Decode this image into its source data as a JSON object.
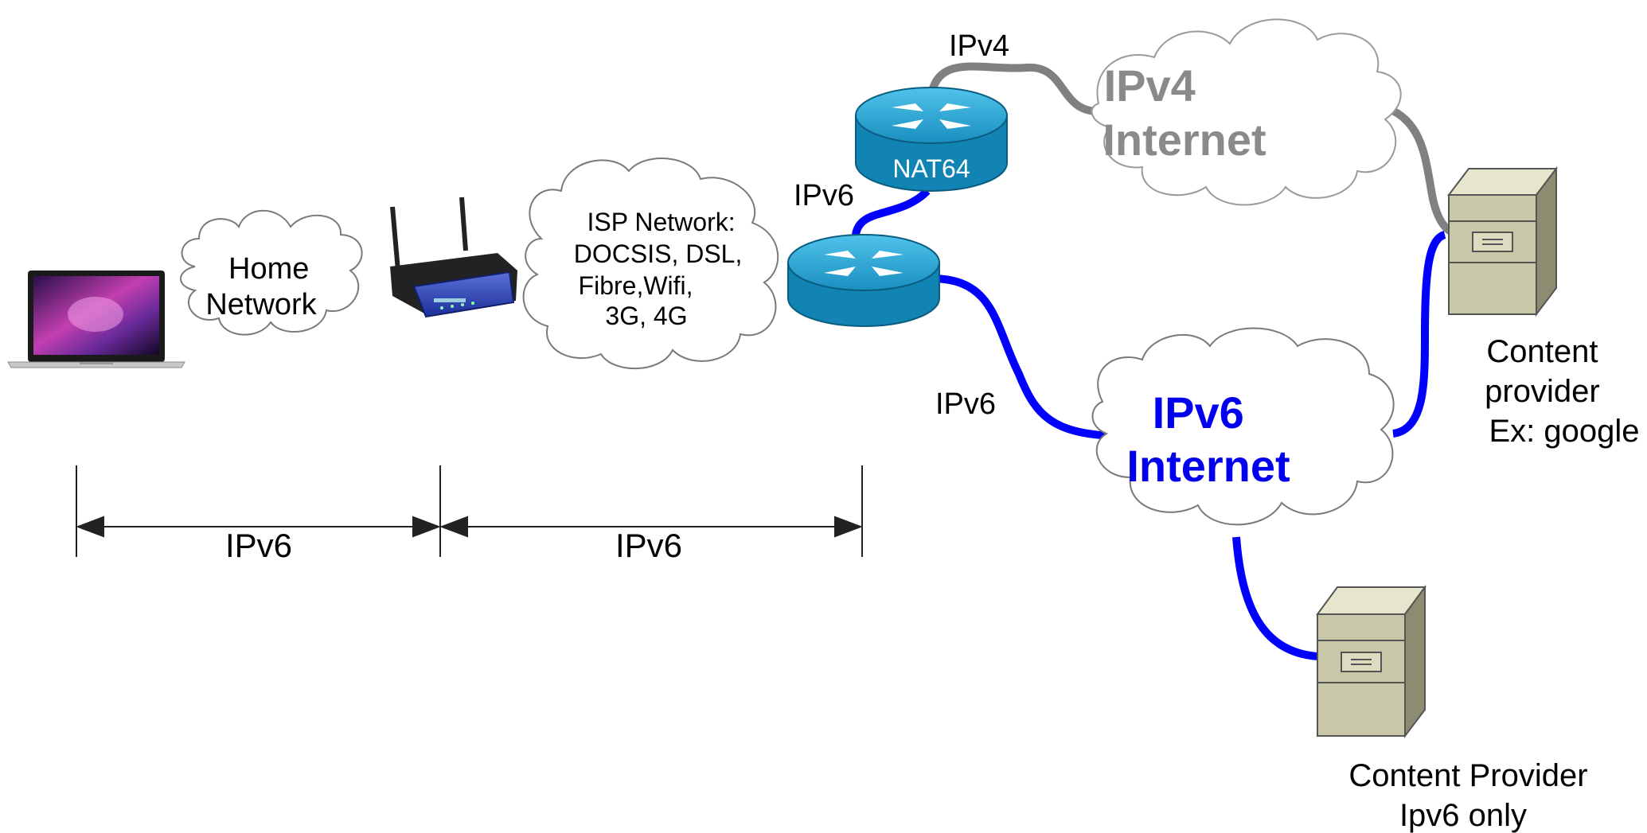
{
  "labels": {
    "home_network": [
      "Home",
      "Network"
    ],
    "isp_network": [
      "ISP Network:",
      "DOCSIS, DSL,",
      "Fibre,Wifi,",
      "3G, 4G"
    ],
    "nat64": "NAT64",
    "ipv4_link": "IPv4",
    "ipv6_link_upper": "IPv6",
    "ipv6_link_lower": "IPv6",
    "ipv4_internet": [
      "IPv4",
      "Internet"
    ],
    "ipv6_internet": [
      "IPv6",
      "Internet"
    ],
    "content_provider": [
      "Content",
      "provider",
      "Ex: google"
    ],
    "content_provider_v6": [
      "Content Provider",
      "Ipv6 only"
    ],
    "span_home": "IPv6",
    "span_isp": "IPv6"
  },
  "colors": {
    "ipv6_link": "#0000ff",
    "ipv4_link": "#808080",
    "ipv4_internet_text": "#8a8a8a",
    "ipv6_internet_text": "#0000ee",
    "router_fill": "#1f9ccc",
    "server_fill": "#c8c8a8"
  }
}
